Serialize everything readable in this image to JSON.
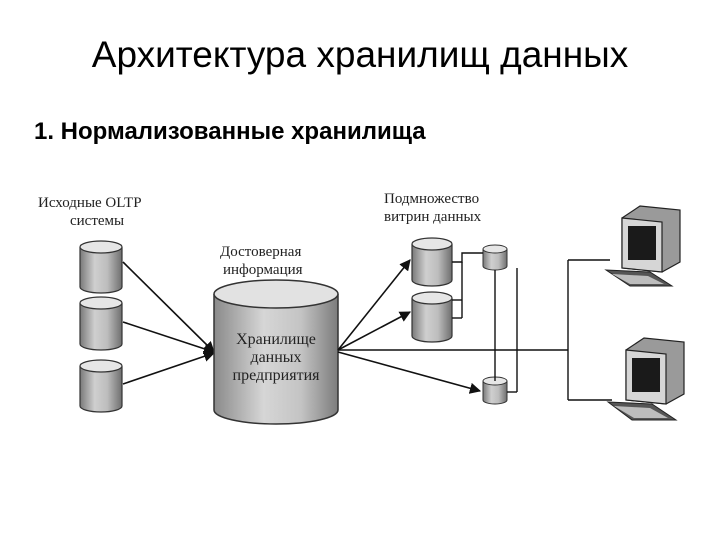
{
  "slide": {
    "title": "Архитектура хранилищ данных",
    "subtitle": "1. Нормализованные хранилища"
  },
  "diagram": {
    "source_label_line1": "Исходные OLTP",
    "source_label_line2": "системы",
    "trusted_label_line1": "Достоверная",
    "trusted_label_line2": "информация",
    "warehouse_line1": "Хранилище",
    "warehouse_line2": "данных",
    "warehouse_line3": "предприятия",
    "marts_label_line1": "Подмножество",
    "marts_label_line2": "витрин данных"
  }
}
